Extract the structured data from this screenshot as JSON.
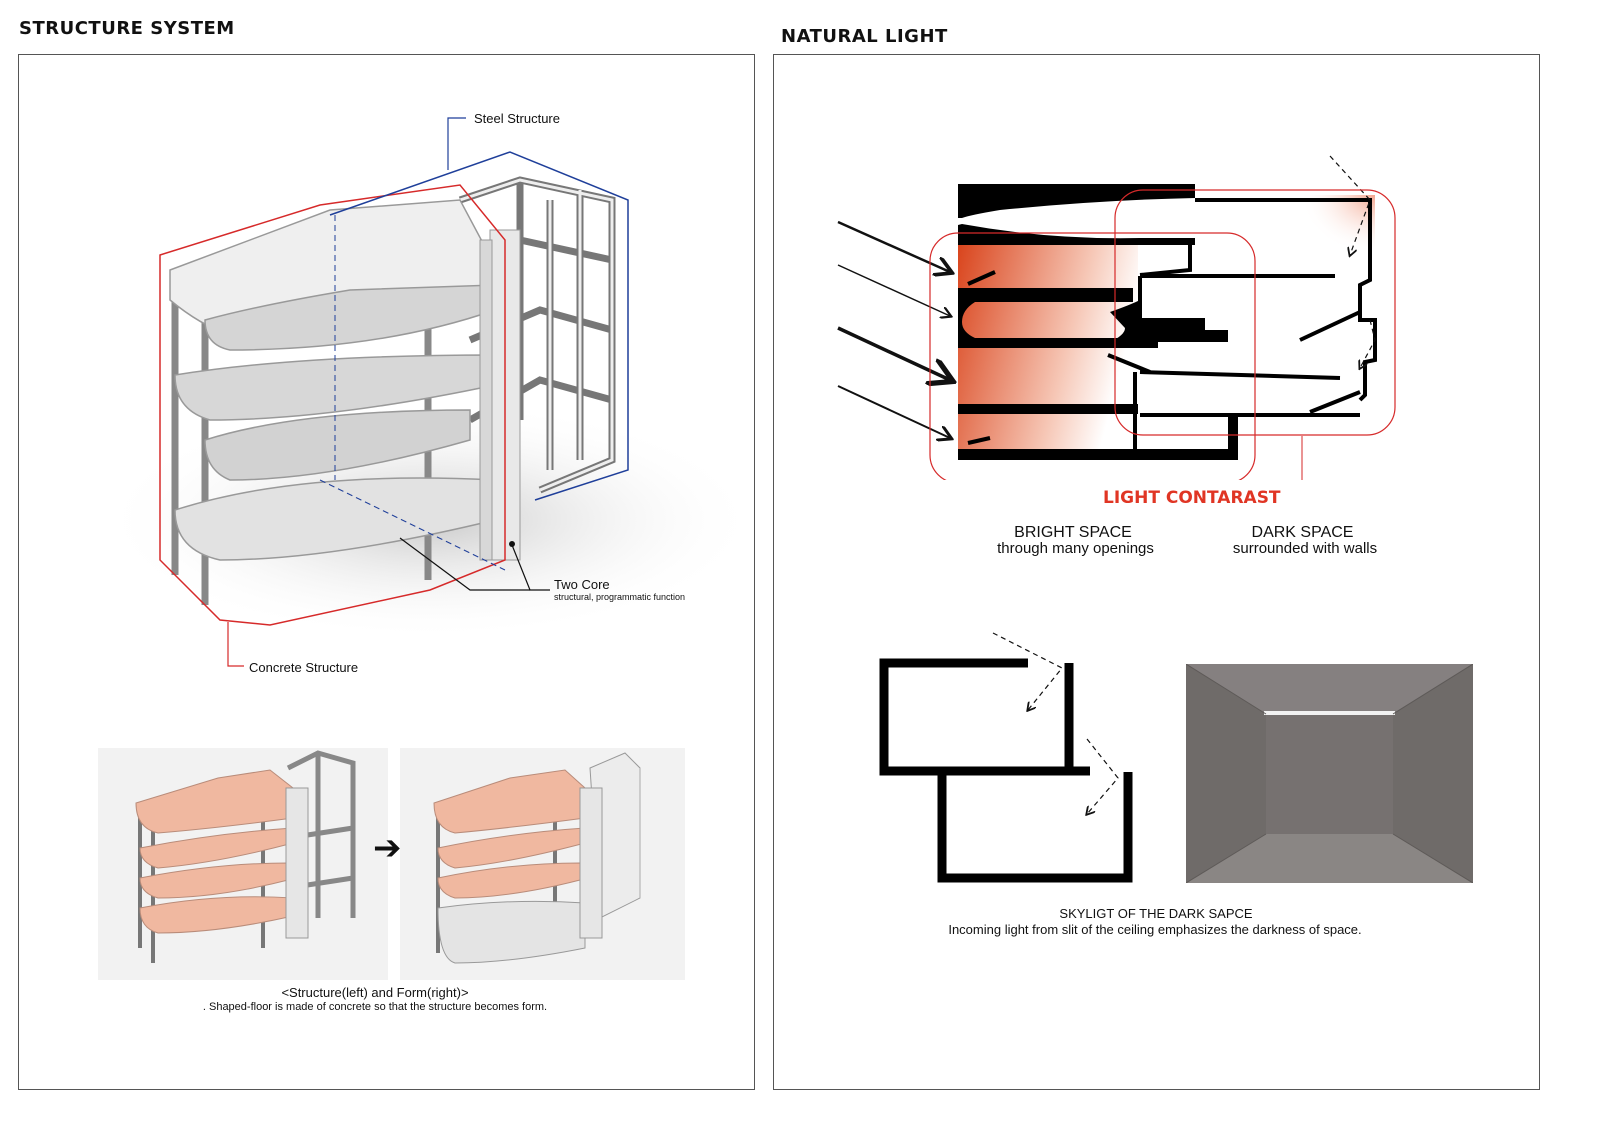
{
  "structure": {
    "title": "STRUCTURE SYSTEM",
    "labels": {
      "steel": "Steel Structure",
      "core_title": "Two Core",
      "core_sub": "structural, programmatic function",
      "concrete": "Concrete Structure"
    },
    "caption_title": "<Structure(left) and Form(right)>",
    "caption_body": ". Shaped-floor is made of concrete so that the structure becomes form.",
    "colors": {
      "steel_line": "#1f3f9a",
      "concrete_line": "#d62a2a",
      "slab_fill": "#f0b8a0"
    }
  },
  "light": {
    "title": "NATURAL LIGHT",
    "contrast": "LIGHT CONTARAST",
    "bright_title": "BRIGHT SPACE",
    "bright_sub": "through many openings",
    "dark_title": "DARK SPACE",
    "dark_sub": "surrounded with walls",
    "skylight_title": "SKYLIGT OF THE DARK SAPCE",
    "skylight_sub": "Incoming light from slit of the ceiling emphasizes the darkness of space.",
    "colors": {
      "accent": "#e03524",
      "gradient_start": "#d9431b",
      "photo_bg": "#7b7673"
    }
  }
}
